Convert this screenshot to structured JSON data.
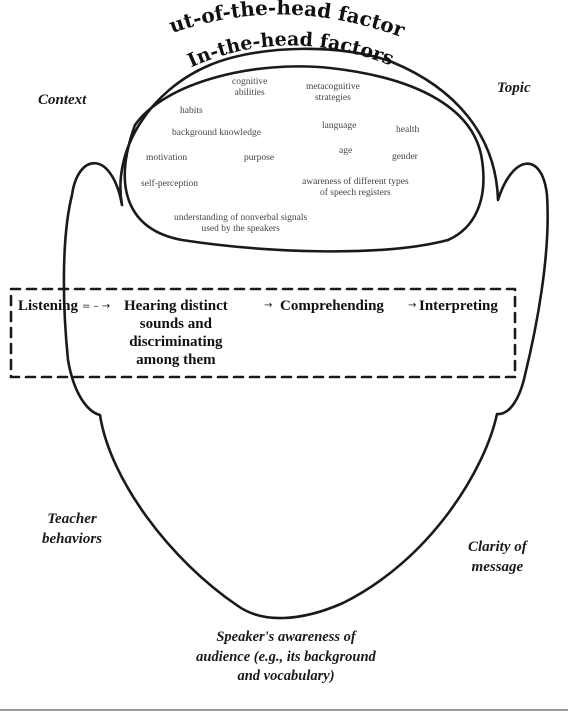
{
  "titles": {
    "outer": "Out-of-the-head factors",
    "inner": "In-the-head factors"
  },
  "outside_factors": {
    "context": "Context",
    "topic": "Topic",
    "teacher_1": "Teacher",
    "teacher_2": "behaviors",
    "clarity_1": "Clarity of",
    "clarity_2": "message",
    "speaker_1": "Speaker's awareness of",
    "speaker_2": "audience (e.g., its background",
    "speaker_3": "and vocabulary)"
  },
  "inside_factors": {
    "cognitive_1": "cognitive",
    "cognitive_2": "abilities",
    "metacog_1": "metacognitive",
    "metacog_2": "strategies",
    "habits": "habits",
    "background": "background knowledge",
    "language": "language",
    "health": "health",
    "motivation": "motivation",
    "purpose": "purpose",
    "age": "age",
    "gender": "gender",
    "self_perception": "self-perception",
    "awareness_1": "awareness of different types",
    "awareness_2": "of speech registers",
    "nonverbal_1": "understanding of nonverbal signals",
    "nonverbal_2": "used by the speakers"
  },
  "process": {
    "listening": "Listening",
    "arrow_1": "= – →",
    "hearing_1": "Hearing distinct",
    "hearing_2": "sounds and",
    "hearing_3": "discriminating",
    "hearing_4": "among them",
    "arrow_2": "→",
    "comprehending": "Comprehending",
    "arrow_3": "→",
    "interpreting": "Interpreting"
  }
}
